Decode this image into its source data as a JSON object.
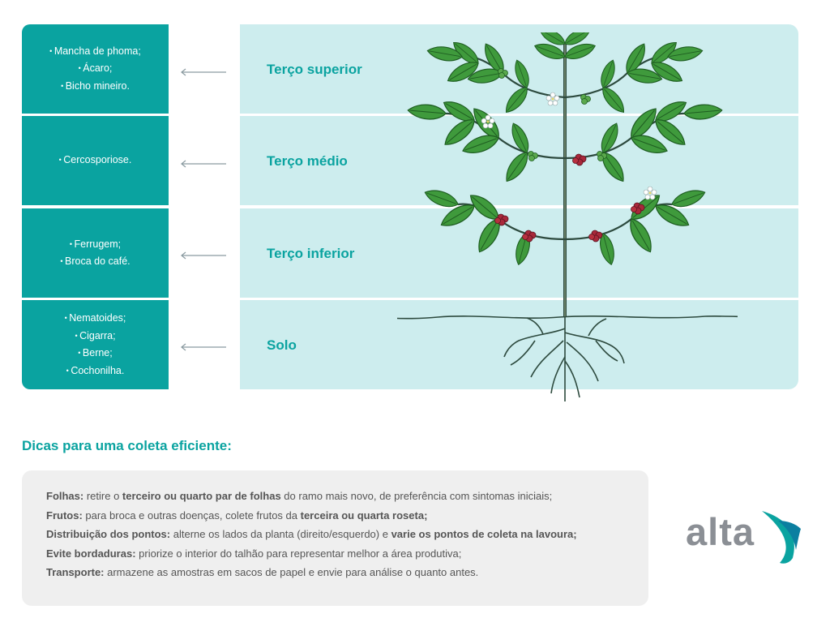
{
  "zones": [
    {
      "label": "Terço superior",
      "pests": [
        "Mancha de phoma;",
        "Ácaro;",
        "Bicho mineiro."
      ]
    },
    {
      "label": "Terço médio",
      "pests": [
        "Cercosporiose."
      ]
    },
    {
      "label": "Terço inferior",
      "pests": [
        "Ferrugem;",
        "Broca do café."
      ]
    },
    {
      "label": "Solo",
      "pests": [
        "Nematoides;",
        "Cigarra;",
        "Berne;",
        "Cochonilha."
      ]
    }
  ],
  "tips": {
    "title": "Dicas para uma coleta eficiente:",
    "items": [
      {
        "label": "Folhas:",
        "t1": " retire o ",
        "b1": "terceiro ou quarto par de folhas",
        "t2": " do ramo mais novo, de preferência com sintomas iniciais;"
      },
      {
        "label": "Frutos:",
        "t1": " para broca e outras doenças, colete frutos da ",
        "b1": "terceira ou quarta roseta;",
        "t2": ""
      },
      {
        "label": "Distribuição dos pontos:",
        "t1": " alterne os lados da planta (direito/esquerdo) e ",
        "b1": "varie os pontos de coleta na lavoura;",
        "t2": ""
      },
      {
        "label": "Evite bordaduras:",
        "t1": " priorize o interior do talhão para representar melhor a área produtiva;",
        "b1": "",
        "t2": ""
      },
      {
        "label": "Transporte:",
        "t1": " armazene as amostras em sacos de papel e envie para análise o quanto antes.",
        "b1": "",
        "t2": ""
      }
    ]
  },
  "logo": {
    "text": "alta"
  },
  "colors": {
    "teal": "#0aa3a0",
    "zone_bg": "#cdedee",
    "tips_bg": "#efefef",
    "logo_gray": "#8b8f95"
  }
}
